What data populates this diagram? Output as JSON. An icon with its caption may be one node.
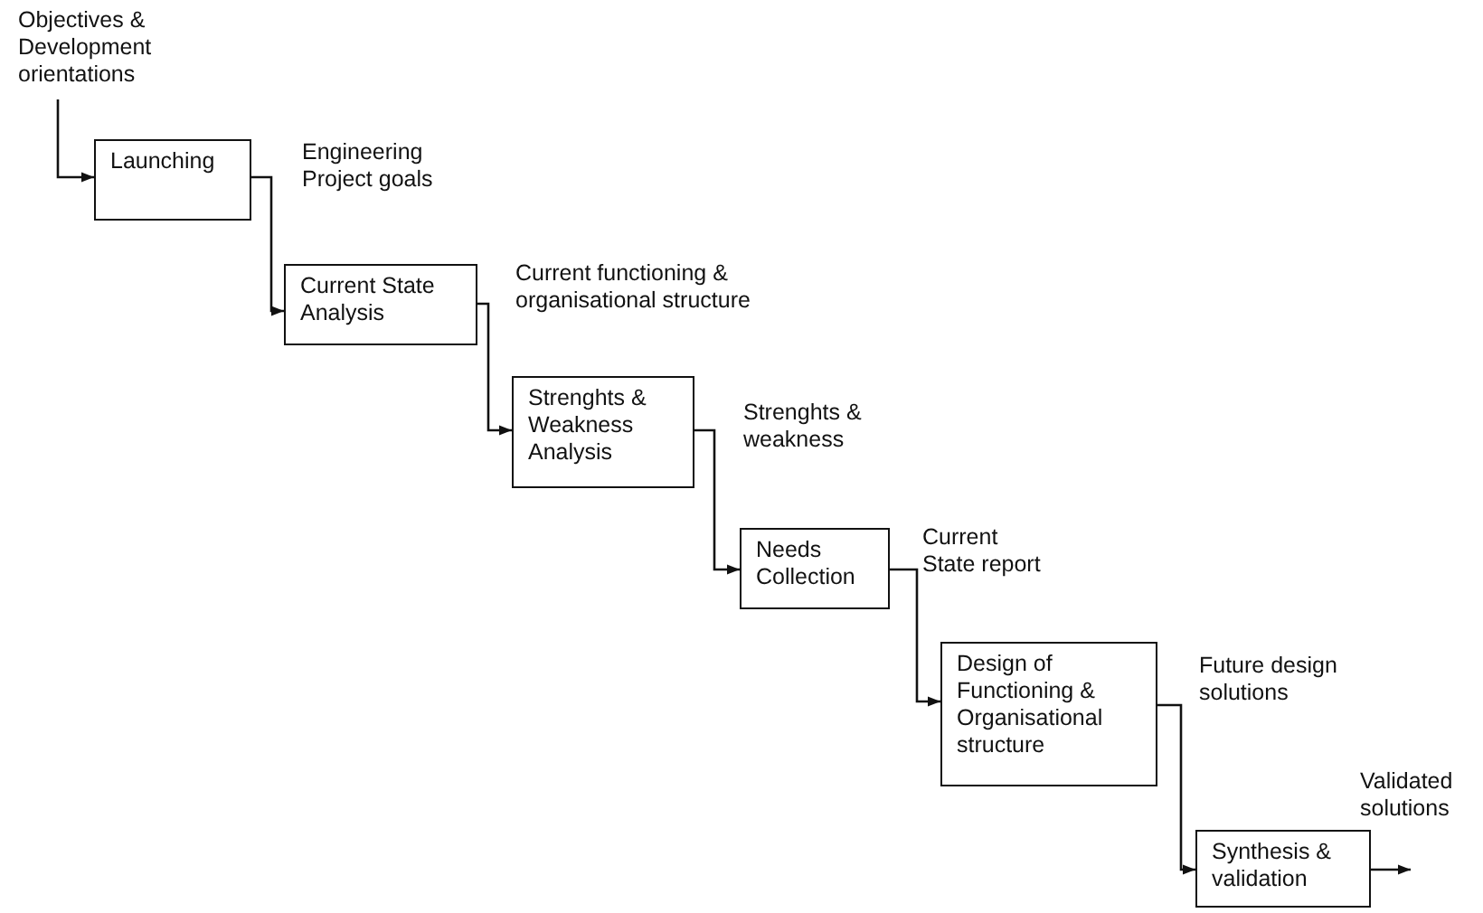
{
  "diagram": {
    "nodes": [
      {
        "text": [
          "Objectives & Development orientations"
        ]
      },
      {
        "text": [
          "Launching"
        ]
      },
      {
        "text": [
          "Current State Analysis"
        ]
      },
      {
        "text": [
          "Strenghts & Weakness Analysis"
        ]
      },
      {
        "text": [
          "Needs Collection"
        ]
      },
      {
        "text": [
          "Design of Functioning & Organisational structure"
        ]
      },
      {
        "text": [
          "Synthesis & validation"
        ]
      }
    ],
    "edges": [
      {
        "from": 0,
        "to": 1,
        "arrow": "to"
      },
      {
        "from": 1,
        "to": 2,
        "arrow": "to",
        "label": "Engineering Project goals"
      },
      {
        "from": 2,
        "to": 3,
        "arrow": "to",
        "label": "Current functioning & organisational structure"
      },
      {
        "from": 3,
        "to": 4,
        "arrow": "to",
        "label": "Strenghts & weakness"
      },
      {
        "from": 4,
        "to": 5,
        "arrow": "to",
        "label": "Current State report"
      },
      {
        "from": 5,
        "to": 6,
        "arrow": "to",
        "label": "Future design solutions"
      },
      {
        "from": 6,
        "to": null,
        "arrow": "to",
        "label": "Validated solutions"
      }
    ]
  }
}
